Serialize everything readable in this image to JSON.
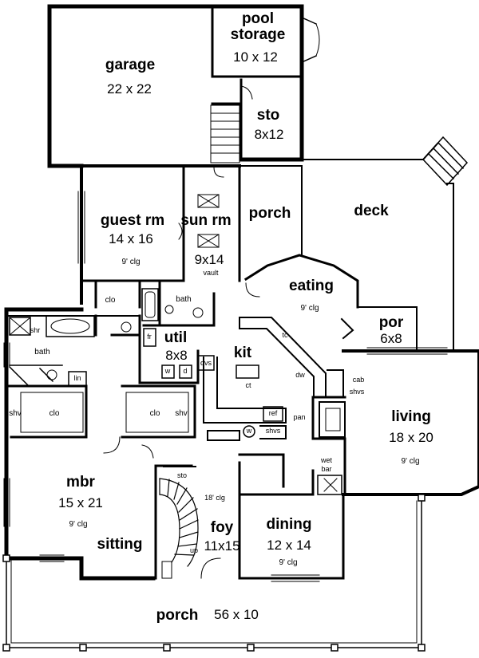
{
  "rooms": {
    "pool_storage": {
      "name1": "pool",
      "name2": "storage",
      "size": "10 x 12"
    },
    "garage": {
      "name": "garage",
      "size": "22 x 22"
    },
    "sto_upper": {
      "name": "sto",
      "size": "8x12"
    },
    "guest_rm": {
      "name": "guest rm",
      "size": "14 x 16",
      "clg": "9' clg"
    },
    "sun_rm": {
      "name": "sun rm",
      "size": "9x14",
      "note": "vault"
    },
    "porch_side": {
      "name": "porch"
    },
    "deck": {
      "name": "deck"
    },
    "eating": {
      "name": "eating",
      "clg": "9' clg"
    },
    "por": {
      "name": "por",
      "size": "6x8"
    },
    "util": {
      "name": "util",
      "size": "8x8"
    },
    "kit": {
      "name": "kit"
    },
    "living": {
      "name": "living",
      "size": "18 x 20",
      "clg": "9' clg"
    },
    "mbr": {
      "name": "mbr",
      "size": "15 x 21",
      "clg": "9' clg"
    },
    "sitting": {
      "name": "sitting"
    },
    "foy": {
      "name": "foy",
      "size": "11x15"
    },
    "dining": {
      "name": "dining",
      "size": "12 x 14",
      "clg": "9' clg"
    },
    "porch_front": {
      "name": "porch",
      "size": "56 x 10"
    }
  },
  "fixtures": {
    "clo_guest": "clo",
    "bath_guest": "bath",
    "shr": "shr",
    "bath_master": "bath",
    "lin": "lin",
    "shv_left": "shv",
    "clo_left": "clo",
    "clo_right": "clo",
    "shv_right": "shv",
    "fr": "fr",
    "w": "w",
    "d": "d",
    "ovs": "ovs",
    "ct": "ct",
    "tc": "tc",
    "dw": "dw",
    "cab": "cab",
    "shvs_kit": "shvs",
    "pan": "pan",
    "ref": "ref",
    "w_circle": "w",
    "shvs_hall": "shvs",
    "wet_bar_1": "wet",
    "wet_bar_2": "bar",
    "sto_foyer": "sto",
    "foyer_clg": "18' clg",
    "up": "up"
  }
}
